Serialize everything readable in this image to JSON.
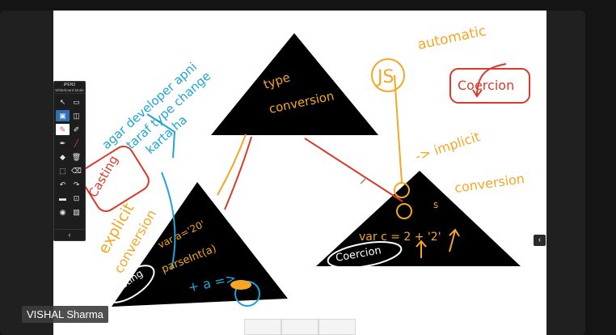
{
  "participant": {
    "name": "VISHAL Sharma"
  },
  "toolbar": {
    "title": "iPEN3",
    "mode": "Whiteboard Mode",
    "collapse_glyph": "‹",
    "tools": [
      {
        "name": "pointer-icon",
        "glyph": "↖"
      },
      {
        "name": "screen-icon",
        "glyph": "▭"
      },
      {
        "name": "whiteboard-icon",
        "glyph": "▣"
      },
      {
        "name": "split-icon",
        "glyph": "◫"
      },
      {
        "name": "pen-icon",
        "glyph": "✎"
      },
      {
        "name": "highlighter-icon",
        "glyph": "✐"
      },
      {
        "name": "marker-icon",
        "glyph": "✒"
      },
      {
        "name": "line-icon",
        "glyph": "╱"
      },
      {
        "name": "fill-icon",
        "glyph": "◆"
      },
      {
        "name": "trash-icon",
        "glyph": "🗑"
      },
      {
        "name": "select-icon",
        "glyph": "⬚"
      },
      {
        "name": "eraser-icon",
        "glyph": "⌫"
      },
      {
        "name": "undo-icon",
        "glyph": "↶"
      },
      {
        "name": "redo-icon",
        "glyph": "↷"
      },
      {
        "name": "present-icon",
        "glyph": "▬"
      },
      {
        "name": "capture-icon",
        "glyph": "⊡"
      },
      {
        "name": "record-icon",
        "glyph": "◉"
      },
      {
        "name": "image-icon",
        "glyph": "▨"
      }
    ]
  },
  "side_panel": {
    "toggle_glyph": "‹"
  },
  "notes": {
    "top_triangle": [
      "type",
      "conversion"
    ],
    "left_blue": [
      "agar developer apni",
      "taraf type change",
      "karta ha"
    ],
    "js": "JS",
    "automatic": "automatic",
    "coercion": "Coercion",
    "implicit": "-> implicit",
    "conversion_right": "conversion",
    "casting": "Casting",
    "explicit": "explicit",
    "conversion_left": "conversion",
    "left_triangle_line1": "var a='20'",
    "left_triangle_line2": "parseInt(a)",
    "left_triangle_line3": "+ a =>",
    "casting_oval": "Casting",
    "right_triangle_line": "var c = 2 + '2'",
    "right_s": "s",
    "coercion_oval": "Coercion"
  },
  "colors": {
    "orange": "#f5a623",
    "blue": "#1fa3d8",
    "red": "#d93a2b",
    "black": "#000000"
  }
}
